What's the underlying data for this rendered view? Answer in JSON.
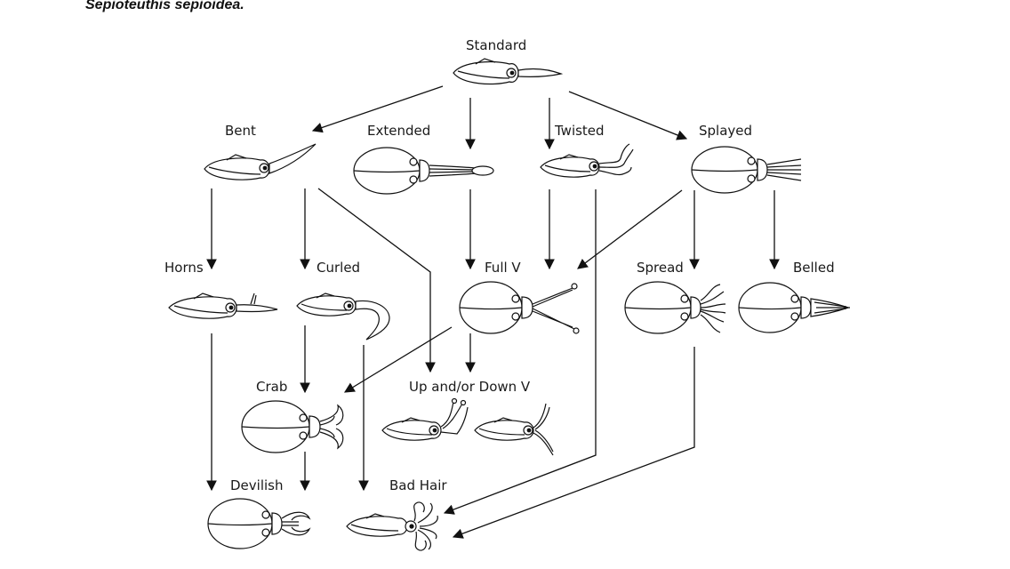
{
  "caption": "Sepioteuthis sepioidea.",
  "nodes": [
    {
      "id": "standard",
      "label": "Standard",
      "icon": "squid-standard-icon"
    },
    {
      "id": "bent",
      "label": "Bent",
      "icon": "squid-bent-icon"
    },
    {
      "id": "extended",
      "label": "Extended",
      "icon": "squid-extended-icon"
    },
    {
      "id": "twisted",
      "label": "Twisted",
      "icon": "squid-twisted-icon"
    },
    {
      "id": "splayed",
      "label": "Splayed",
      "icon": "squid-splayed-icon"
    },
    {
      "id": "horns",
      "label": "Horns",
      "icon": "squid-horns-icon"
    },
    {
      "id": "curled",
      "label": "Curled",
      "icon": "squid-curled-icon"
    },
    {
      "id": "fullv",
      "label": "Full V",
      "icon": "squid-full-v-icon"
    },
    {
      "id": "spread",
      "label": "Spread",
      "icon": "squid-spread-icon"
    },
    {
      "id": "belled",
      "label": "Belled",
      "icon": "squid-belled-icon"
    },
    {
      "id": "crab",
      "label": "Crab",
      "icon": "squid-crab-icon"
    },
    {
      "id": "updownv",
      "label": "Up and/or Down V",
      "icon": "squid-up-down-v-icon"
    },
    {
      "id": "devilish",
      "label": "Devilish",
      "icon": "squid-devilish-icon"
    },
    {
      "id": "badhair",
      "label": "Bad Hair",
      "icon": "squid-bad-hair-icon"
    }
  ],
  "edges": [
    {
      "from": "standard",
      "to": "bent"
    },
    {
      "from": "standard",
      "to": "extended"
    },
    {
      "from": "standard",
      "to": "twisted"
    },
    {
      "from": "standard",
      "to": "splayed"
    },
    {
      "from": "bent",
      "to": "horns"
    },
    {
      "from": "bent",
      "to": "curled"
    },
    {
      "from": "bent",
      "to": "updownv"
    },
    {
      "from": "extended",
      "to": "fullv"
    },
    {
      "from": "twisted",
      "to": "fullv"
    },
    {
      "from": "twisted",
      "to": "badhair"
    },
    {
      "from": "splayed",
      "to": "fullv"
    },
    {
      "from": "splayed",
      "to": "spread"
    },
    {
      "from": "splayed",
      "to": "belled"
    },
    {
      "from": "horns",
      "to": "devilish"
    },
    {
      "from": "curled",
      "to": "crab"
    },
    {
      "from": "curled",
      "to": "badhair"
    },
    {
      "from": "fullv",
      "to": "crab"
    },
    {
      "from": "fullv",
      "to": "updownv"
    },
    {
      "from": "crab",
      "to": "devilish"
    },
    {
      "from": "spread",
      "to": "badhair"
    }
  ]
}
